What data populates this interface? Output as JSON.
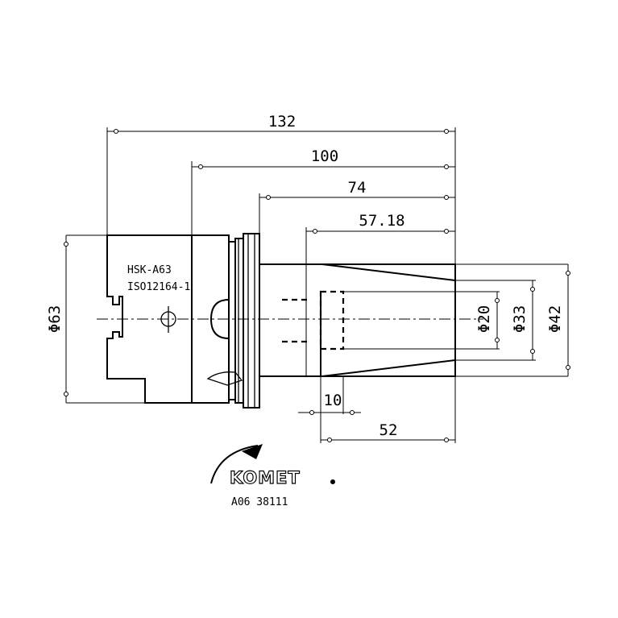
{
  "dimensions": {
    "length_overall": "132",
    "length_100": "100",
    "length_74": "74",
    "length_57": "57.18",
    "length_10": "10",
    "length_52": "52",
    "dia_flange": "Φ63",
    "dia_bore": "Φ20",
    "dia_33": "Φ33",
    "dia_42": "Φ42"
  },
  "labels": {
    "interface": "HSK-A63",
    "standard": "ISO12164-1"
  },
  "brand": {
    "name": "KOMET",
    "part_number": "A06 38111"
  }
}
